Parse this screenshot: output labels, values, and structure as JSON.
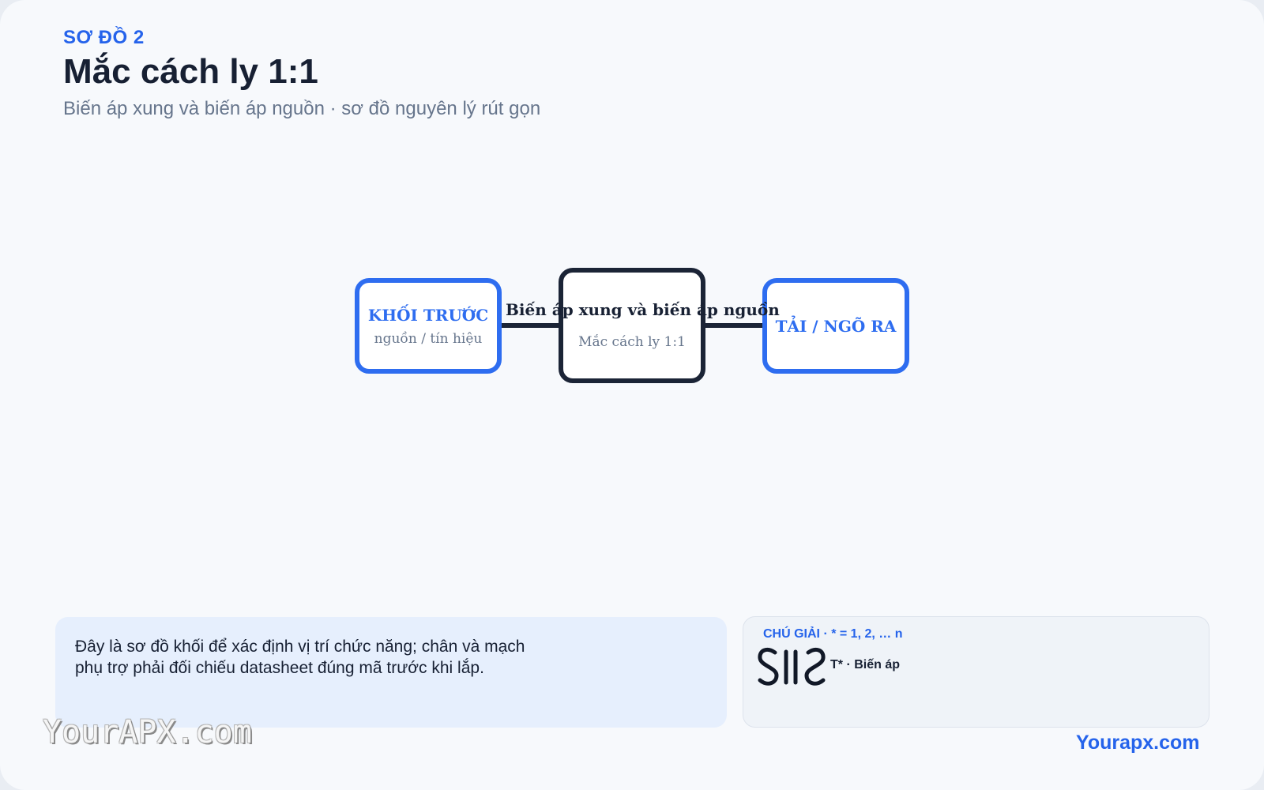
{
  "header": {
    "eyebrow": "SƠ ĐỒ 2",
    "title": "Mắc cách ly 1:1",
    "subtitle": "Biến áp xung và biến áp nguồn · sơ đồ nguyên lý rút gọn"
  },
  "diagram": {
    "nodes": [
      {
        "id": "source",
        "label": "KHỐI TRƯỚC",
        "sublabel": "nguồn / tín hiệu"
      },
      {
        "id": "transformer",
        "label": "Biến áp xung và biến áp nguồn",
        "sublabel": "Mắc cách ly 1:1"
      },
      {
        "id": "load",
        "label": "TẢI / NGÕ RA"
      }
    ],
    "edges": [
      {
        "from": "source",
        "to": "transformer"
      },
      {
        "from": "transformer",
        "to": "load"
      }
    ]
  },
  "note": {
    "text": "Đây là sơ đồ khối để xác định vị trí chức năng; chân và mạch phụ trợ phải đối chiếu datasheet đúng mã trước khi lắp."
  },
  "legend": {
    "heading": "CHÚ GIẢI · * = 1, 2, … n",
    "items": [
      {
        "symbol": "transformer-symbol-icon",
        "label": "T* · Biến áp"
      }
    ]
  },
  "footer": {
    "watermark": "YourAPX.com",
    "site": "Yourapx.com"
  },
  "colors": {
    "accent": "#2563eb",
    "node_border_blue": "#2e6df0",
    "node_border_dark": "#1b2436",
    "text_dark": "#172033",
    "text_muted": "#66758c",
    "note_bg": "#e6effd",
    "legend_bg": "#eff3f8"
  }
}
